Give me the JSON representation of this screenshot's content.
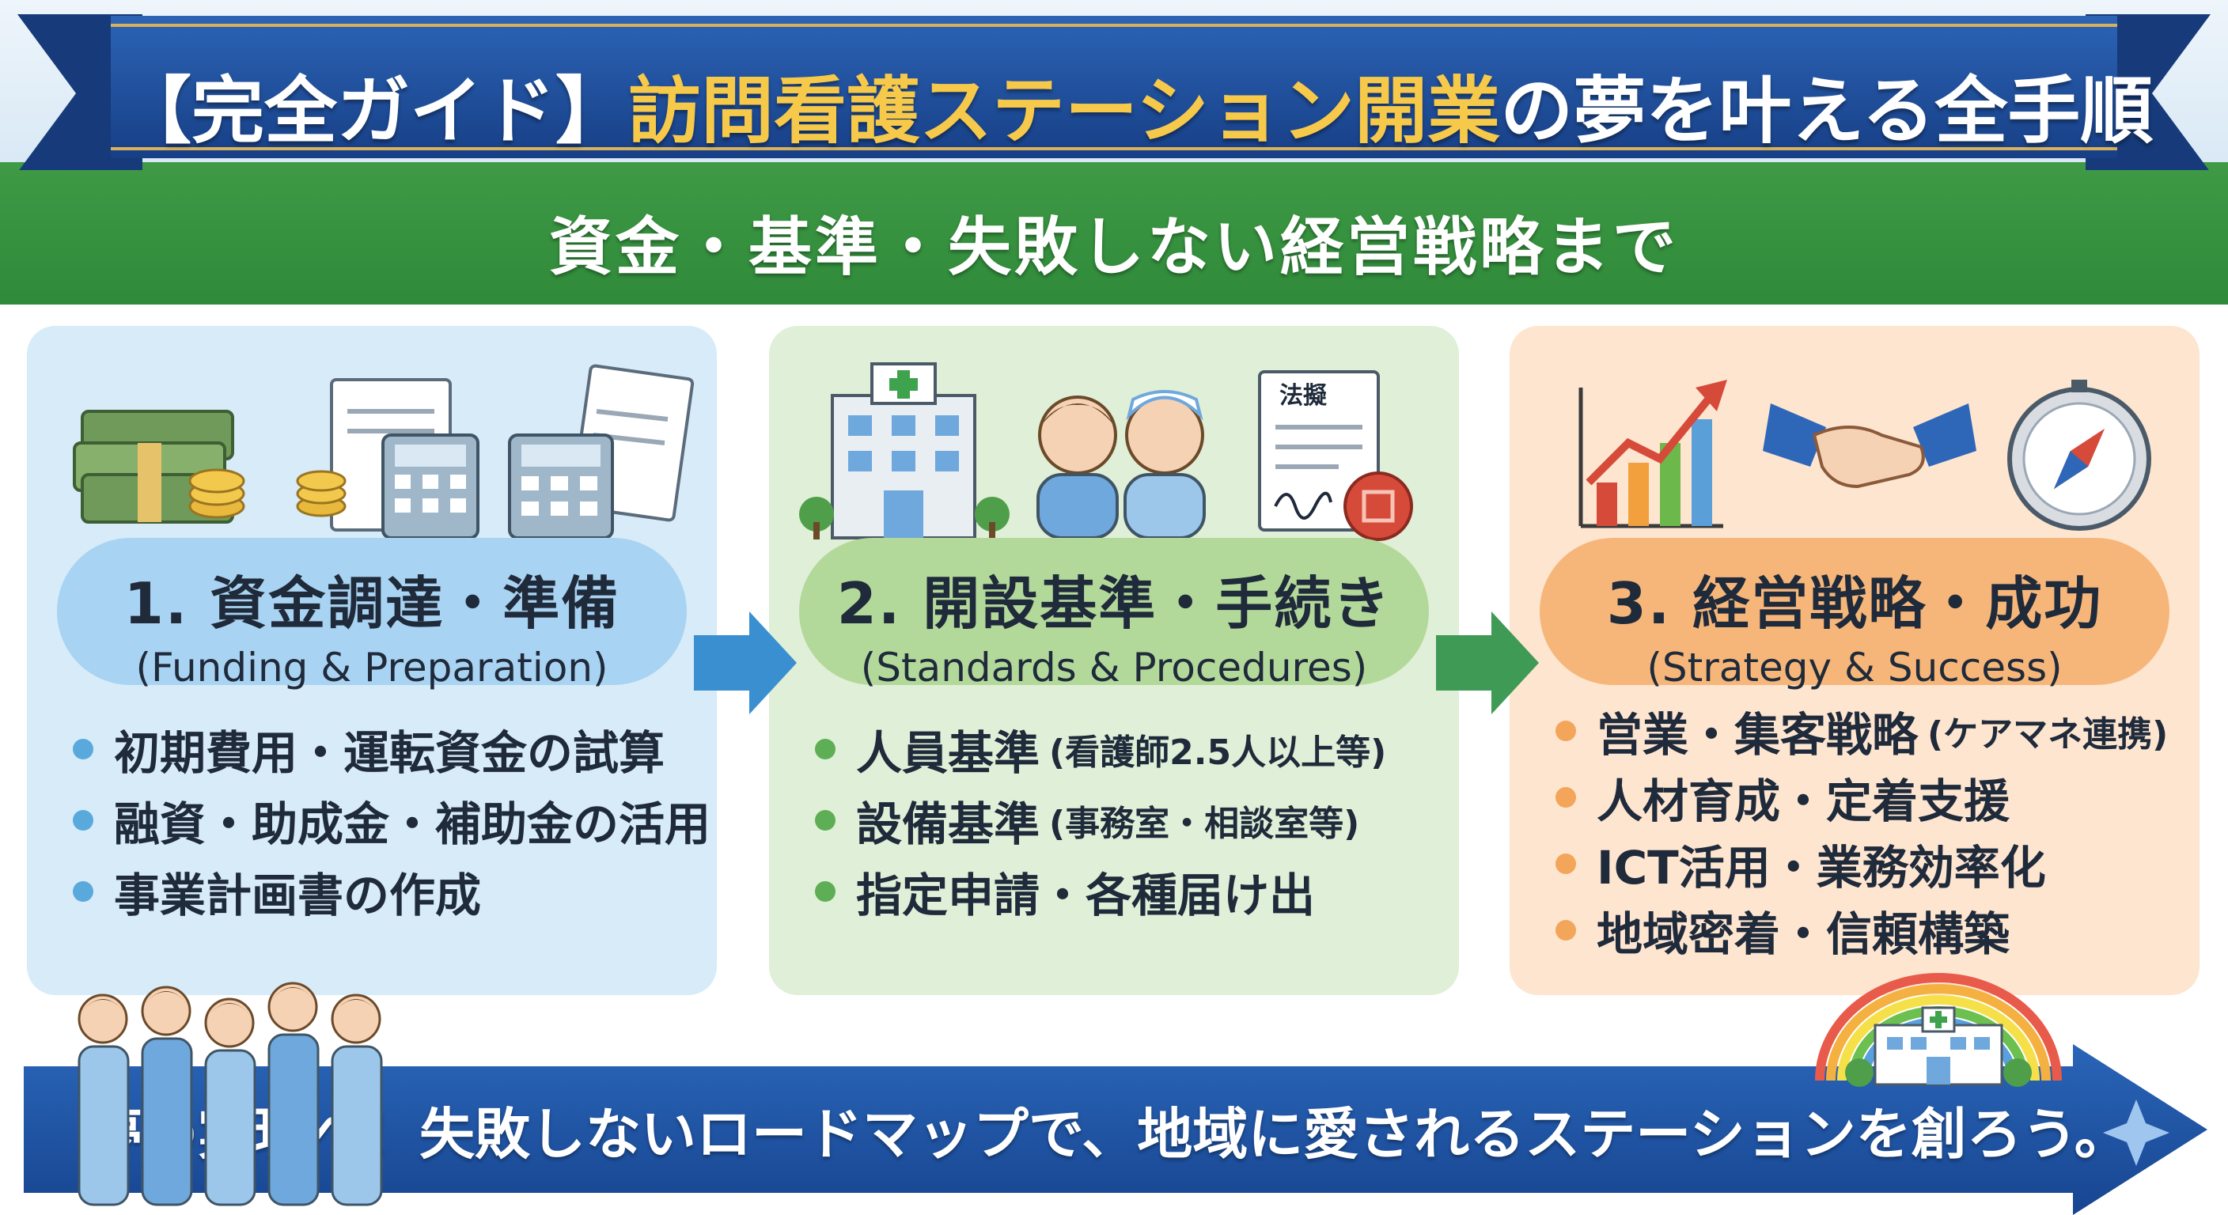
{
  "header": {
    "title_part1": "【完全ガイド】",
    "title_highlight": "訪問看護ステーション開業",
    "title_part2": "の夢を叶える全手順",
    "subtitle": "資金・基準・失敗しない経営戦略まで"
  },
  "steps": [
    {
      "title": "1. 資金調達・準備",
      "subtitle": "(Funding & Preparation)",
      "icons": [
        "money-stack-icon",
        "calculator-document-icon",
        "calculator-form-icon"
      ],
      "bullets": [
        {
          "text": "初期費用・運転資金の試算",
          "note": ""
        },
        {
          "text": "融資・助成金・補助金の活用",
          "note": ""
        },
        {
          "text": "事業計画書の作成",
          "note": ""
        }
      ]
    },
    {
      "title": "2. 開設基準・手続き",
      "subtitle": "(Standards & Procedures)",
      "icons": [
        "hospital-building-icon",
        "nurses-icon",
        "legal-document-stamp-icon"
      ],
      "document_label": "法擬",
      "bullets": [
        {
          "text": "人員基準",
          "note": "(看護師2.5人以上等)"
        },
        {
          "text": "設備基準",
          "note": "(事務室・相談室等)"
        },
        {
          "text": "指定申請・各種届け出",
          "note": ""
        }
      ]
    },
    {
      "title": "3. 経営戦略・成功",
      "subtitle": "(Strategy & Success)",
      "icons": [
        "growth-chart-icon",
        "handshake-icon",
        "compass-icon"
      ],
      "bullets": [
        {
          "text": "営業・集客戦略",
          "note": "(ケアマネ連携)"
        },
        {
          "text": "人材育成・定着支援",
          "note": ""
        },
        {
          "text": "ICT活用・業務効率化",
          "note": ""
        },
        {
          "text": "地域密着・信頼構築",
          "note": ""
        }
      ]
    }
  ],
  "footer": {
    "message": "夢の実現へ！失敗しないロードマップで、地域に愛されるステーションを創ろう。",
    "icons": [
      "nurse-team-icon",
      "rainbow-station-icon",
      "sparkle-icon"
    ]
  },
  "colors": {
    "ribbon_blue": "#1e4f9c",
    "title_gold": "#f7c94a",
    "band_green": "#3f9a45",
    "panel_blue": "#d7ebf9",
    "panel_green": "#e0efd7",
    "panel_orange": "#fde5d0",
    "arrow_blue": "#3a8fd0",
    "arrow_green": "#3f9a55",
    "banner_blue": "#1f55a8"
  }
}
